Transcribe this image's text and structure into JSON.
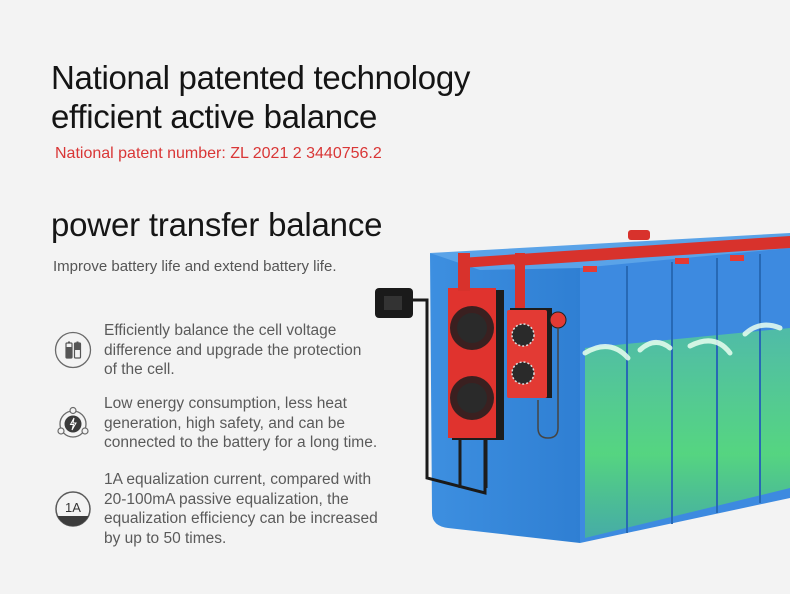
{
  "header": {
    "title_line1": "National patented technology",
    "title_line2": "efficient active balance",
    "patent_number": "National patent number: ZL 2021 2 3440756.2"
  },
  "section": {
    "title": "power transfer balance",
    "description": "Improve battery life and extend battery life."
  },
  "features": [
    {
      "icon": "battery-cells-icon",
      "text_lines": [
        "Efficiently balance the cell voltage",
        "difference and upgrade the protection",
        "of the cell."
      ]
    },
    {
      "icon": "lightning-network-icon",
      "text_lines": [
        "Low energy consumption, less heat",
        "generation, high safety, and can be",
        "connected to the battery for a long time."
      ]
    },
    {
      "icon": "current-1a-icon",
      "icon_label": "1A",
      "text_lines": [
        "1A equalization current, compared with",
        "20-100mA passive equalization, the",
        "equalization efficiency can be increased",
        "by up to 50 times."
      ]
    }
  ],
  "colors": {
    "background": "#f3f3f3",
    "patent_red": "#d93636",
    "battery_blue": "#3b8fdc",
    "bms_red": "#e0332e",
    "energy_green": "#5fe07a"
  }
}
